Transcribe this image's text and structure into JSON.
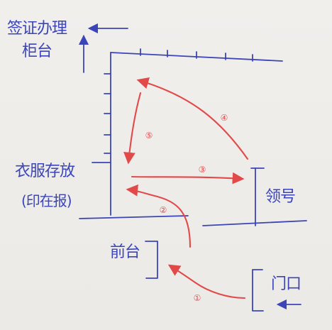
{
  "labels": {
    "signing_counter_line1": "签证办理",
    "signing_counter_line2": "柜台",
    "clothing_area_line1": "衣服存放",
    "clothing_area_line2": "(印在报)",
    "front_desk": "前台",
    "collect_number": "领号",
    "entrance": "门口"
  },
  "steps": [
    {
      "number": "①"
    },
    {
      "number": "②"
    },
    {
      "number": "③"
    },
    {
      "number": "④"
    },
    {
      "number": "⑤"
    }
  ],
  "colors": {
    "ink_blue": "#3b45b8",
    "ink_red": "#e24a4a",
    "paper": "#efedea"
  }
}
